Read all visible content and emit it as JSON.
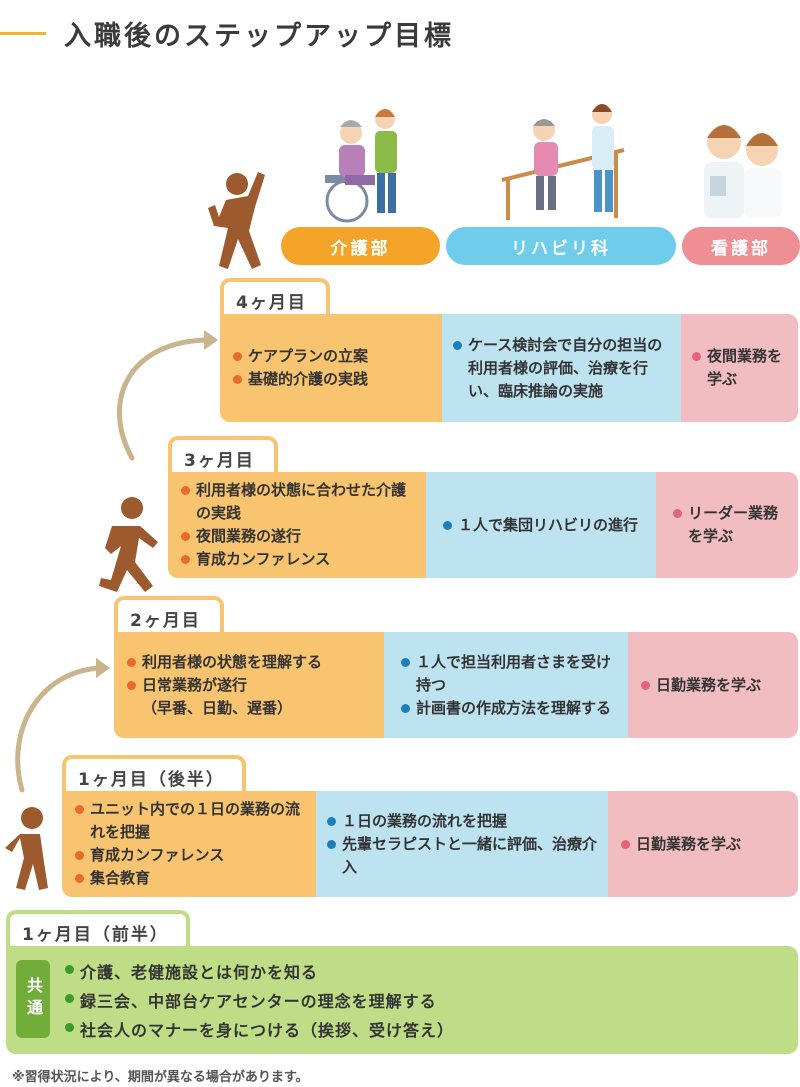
{
  "title": "入職後のステップアップ目標",
  "departments": {
    "care": "介護部",
    "rehab": "リハビリ科",
    "nursing": "看護部"
  },
  "steps": [
    {
      "label": "4ヶ月目",
      "care": [
        "ケアプランの立案",
        "基礎的介護の実践"
      ],
      "rehab": [
        "ケース検討会で自分の担当の利用者様の評価、治療を行い、臨床推論の実施"
      ],
      "nursing": [
        "夜間業務を学ぶ"
      ]
    },
    {
      "label": "3ヶ月目",
      "care": [
        "利用者様の状態に合わせた介護の実践",
        "夜間業務の遂行",
        "育成カンファレンス"
      ],
      "rehab": [
        "１人で集団リハビリの進行"
      ],
      "nursing": [
        "リーダー業務を学ぶ"
      ]
    },
    {
      "label": "2ヶ月目",
      "care": [
        "利用者様の状態を理解する",
        "日常業務が遂行",
        "（早番、日勤、遅番）"
      ],
      "rehab": [
        "１人で担当利用者さまを受け持つ",
        "計画書の作成方法を理解する"
      ],
      "nursing": [
        "日勤業務を学ぶ"
      ]
    },
    {
      "label": "1ヶ月目（後半）",
      "care": [
        "ユニット内での１日の業務の流れを把握",
        "育成カンファレンス",
        "集合教育"
      ],
      "rehab": [
        "１日の業務の流れを把握",
        "先輩セラピストと一緒に評価、治療介入"
      ],
      "nursing": [
        "日勤業務を学ぶ"
      ]
    }
  ],
  "first": {
    "label": "1ヶ月目（前半）",
    "common_label": "共通",
    "items": [
      "介護、老健施設とは何かを知る",
      "録三会、中部台ケアセンターの理念を理解する",
      "社会人のマナーを身につける（挨拶、受け答え）"
    ]
  },
  "note": "※習得状況により、期間が異なる場合があります。",
  "colors": {
    "care": "#f8c46f",
    "rehab": "#bde3f1",
    "nursing": "#f2bdc1",
    "common": "#bfdc86",
    "walker": "#9c5a2e"
  }
}
